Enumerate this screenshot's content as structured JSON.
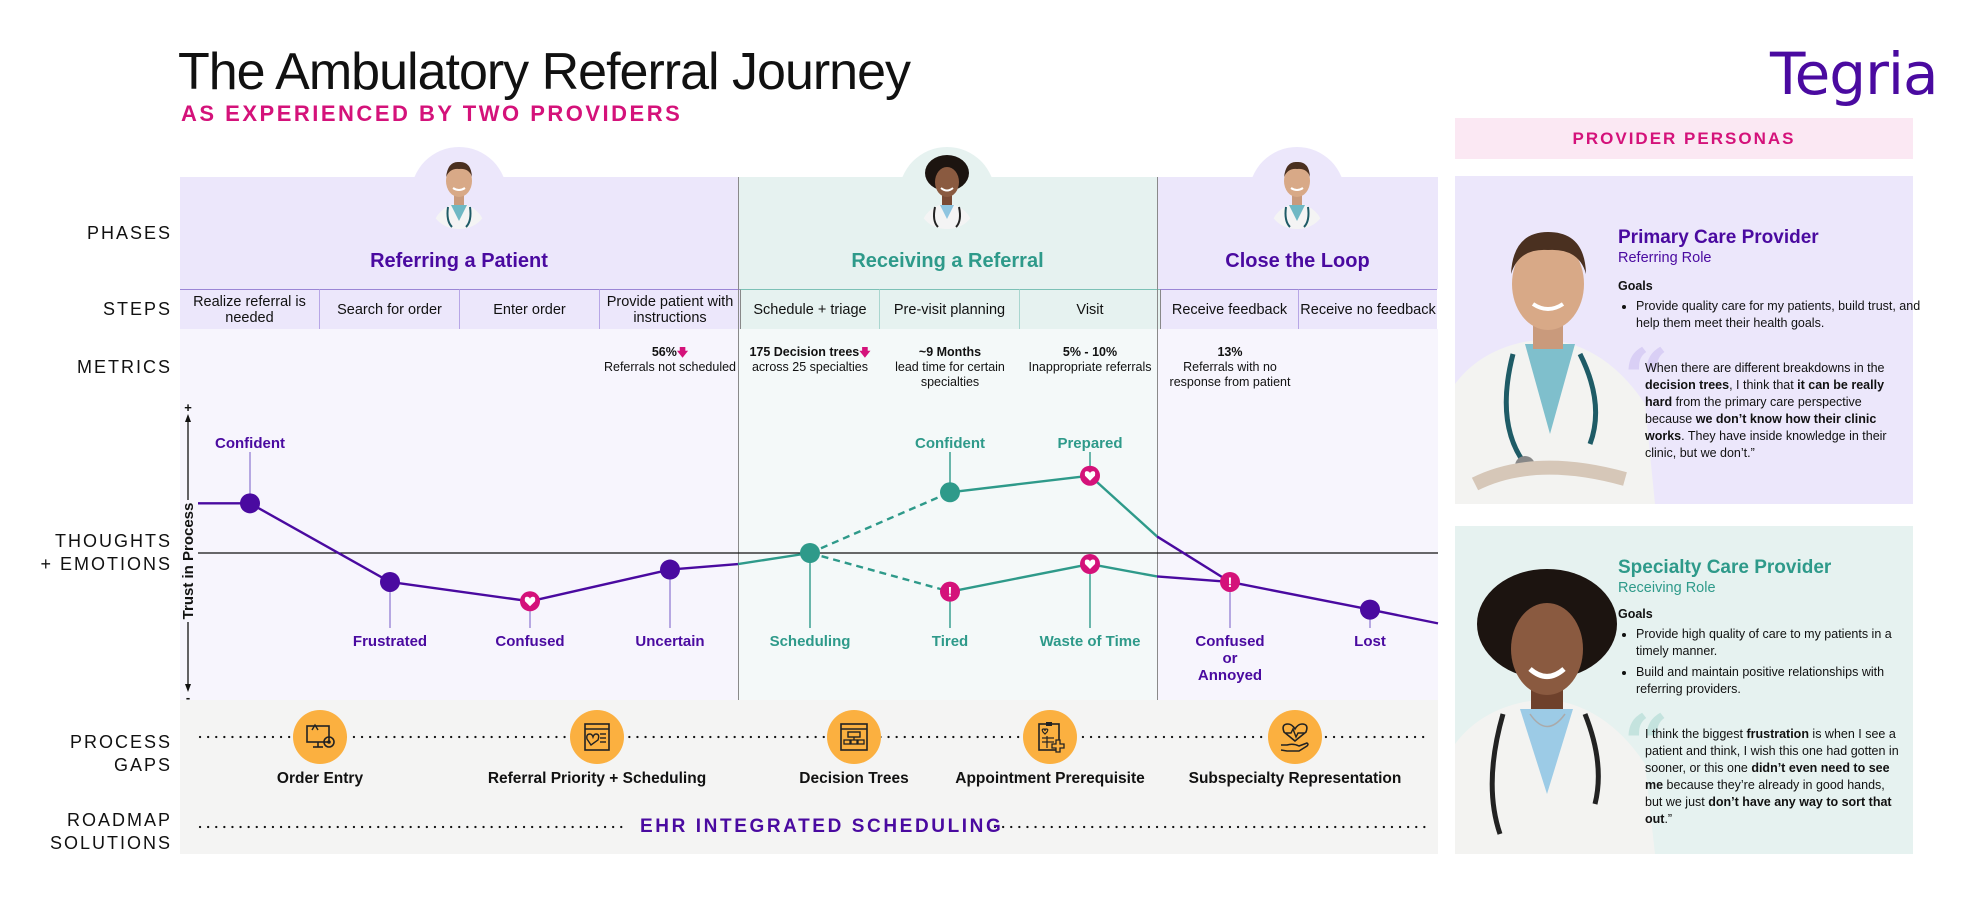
{
  "header": {
    "title": "The Ambulatory Referral Journey",
    "subtitle": "AS EXPERIENCED BY TWO PROVIDERS",
    "logo": "Tegria"
  },
  "colors": {
    "purple": "#4a0aa0",
    "teal": "#2e9a8a",
    "magenta": "#d4127a",
    "lavender_bg": "#ece7fb",
    "mint_bg": "#e6f2f0",
    "gap_orange": "#fbb040"
  },
  "row_labels": {
    "phases": "PHASES",
    "steps": "STEPS",
    "metrics": "METRICS",
    "thoughts_1": "THOUGHTS",
    "thoughts_2": "+ EMOTIONS",
    "gaps_1": "PROCESS",
    "gaps_2": "GAPS",
    "roadmap_1": "ROADMAP",
    "roadmap_2": "SOLUTIONS"
  },
  "phases": [
    {
      "title": "Referring a Patient",
      "provider": "primary",
      "avatar": "male-doctor-avatar"
    },
    {
      "title": "Receiving a Referral",
      "provider": "specialty",
      "avatar": "female-doctor-avatar"
    },
    {
      "title": "Close the Loop",
      "provider": "primary",
      "avatar": "male-doctor-avatar"
    }
  ],
  "steps": [
    {
      "label": "Realize referral is needed",
      "phase": 0
    },
    {
      "label": "Search for order",
      "phase": 0
    },
    {
      "label": "Enter order",
      "phase": 0
    },
    {
      "label": "Provide patient with instructions",
      "phase": 0
    },
    {
      "label": "Schedule + triage",
      "phase": 1
    },
    {
      "label": "Pre-visit planning",
      "phase": 1
    },
    {
      "label": "Visit",
      "phase": 1
    },
    {
      "label": "Receive feedback",
      "phase": 2
    },
    {
      "label": "Receive no feedback",
      "phase": 2
    }
  ],
  "metrics": [
    {
      "step": 3,
      "headline": "56%",
      "down_arrow": true,
      "detail": "Referrals not scheduled"
    },
    {
      "step": 4,
      "headline": "175 Decision trees",
      "down_arrow": true,
      "detail": "across 25 specialties"
    },
    {
      "step": 5,
      "headline": "~9 Months",
      "down_arrow": false,
      "detail": "lead time for certain specialties"
    },
    {
      "step": 6,
      "headline": "5% - 10%",
      "down_arrow": false,
      "detail": "Inappropriate referrals"
    },
    {
      "step": 7,
      "headline": "13%",
      "down_arrow": false,
      "detail": "Referrals with no response from patient"
    }
  ],
  "chart_data": {
    "type": "line",
    "title": "Thoughts + Emotions",
    "ylabel": "Trust in Process",
    "y_axis_top": "+",
    "y_axis_bottom": "-",
    "ylim": [
      -1,
      1
    ],
    "x": [
      "Realize referral is needed",
      "Search for order",
      "Enter order",
      "Provide patient with instructions",
      "Schedule + triage",
      "Pre-visit planning",
      "Visit",
      "Receive feedback",
      "Receive no feedback"
    ],
    "series": [
      {
        "name": "Primary Care Provider (referring)",
        "color": "#4a0aa0",
        "start_value": 0.36,
        "points": [
          {
            "step": 0,
            "value": 0.36,
            "label": "Confident",
            "marker": "dot",
            "label_pos": "above"
          },
          {
            "step": 1,
            "value": -0.21,
            "label": "Frustrated",
            "marker": "dot",
            "label_pos": "below"
          },
          {
            "step": 2,
            "value": -0.35,
            "label": "Confused",
            "marker": "heart",
            "label_pos": "below"
          },
          {
            "step": 3,
            "value": -0.12,
            "label": "Uncertain",
            "marker": "dot",
            "label_pos": "below"
          }
        ]
      },
      {
        "name": "Specialty Care Provider (receiving)",
        "color": "#2e9a8a",
        "points": [
          {
            "step": 4,
            "value": 0.0,
            "label": "Scheduling",
            "marker": "dot",
            "label_pos": "below"
          }
        ]
      },
      {
        "name": "Specialty - positive path",
        "color": "#2e9a8a",
        "dashed_from_branch": true,
        "points": [
          {
            "step": 5,
            "value": 0.44,
            "label": "Confident",
            "marker": "dot",
            "label_pos": "above"
          },
          {
            "step": 6,
            "value": 0.56,
            "label": "Prepared",
            "marker": "heart",
            "label_pos": "above"
          }
        ]
      },
      {
        "name": "Specialty - negative path",
        "color": "#2e9a8a",
        "dashed_from_branch": true,
        "points": [
          {
            "step": 5,
            "value": -0.28,
            "label": "Tired",
            "marker": "alert",
            "label_pos": "below"
          },
          {
            "step": 6,
            "value": -0.08,
            "label": "Waste of Time",
            "marker": "heart",
            "label_pos": "below"
          }
        ]
      },
      {
        "name": "Close the loop (primary)",
        "color": "#4a0aa0",
        "end_value": -0.51,
        "points": [
          {
            "step": 7,
            "value": -0.21,
            "label": "Confused or Annoyed",
            "marker": "alert",
            "label_pos": "below"
          },
          {
            "step": 8,
            "value": -0.41,
            "label": "Lost",
            "marker": "dot",
            "label_pos": "below"
          }
        ]
      }
    ]
  },
  "process_gaps": [
    {
      "label": "Order Entry",
      "icon": "computer-gear-icon"
    },
    {
      "label": "Referral Priority + Scheduling",
      "icon": "browser-heart-icon"
    },
    {
      "label": "Decision Trees",
      "icon": "flowchart-icon"
    },
    {
      "label": "Appointment Prerequisite",
      "icon": "clipboard-medical-icon"
    },
    {
      "label": "Subspecialty Representation",
      "icon": "heart-hand-icon"
    }
  ],
  "roadmap": {
    "label": "EHR INTEGRATED SCHEDULING"
  },
  "personas": {
    "header": "PROVIDER PERSONAS",
    "cards": [
      {
        "name": "Primary Care Provider",
        "role": "Referring Role",
        "goals_heading": "Goals",
        "goals": [
          "Provide quality care for my patients, build trust, and help them meet their health goals."
        ],
        "quote_segments": [
          {
            "t": "When there are different breakdowns in the ",
            "b": false
          },
          {
            "t": "decision trees",
            "b": true
          },
          {
            "t": ", I think that ",
            "b": false
          },
          {
            "t": "it can be really hard",
            "b": true
          },
          {
            "t": " from the primary care perspective because ",
            "b": false
          },
          {
            "t": "we don’t know how their clinic works",
            "b": true
          },
          {
            "t": ". They have inside knowledge in their clinic, but we don’t.”",
            "b": false
          }
        ]
      },
      {
        "name": "Specialty Care Provider",
        "role": "Receiving Role",
        "goals_heading": "Goals",
        "goals": [
          "Provide high quality of care to my patients in a timely manner.",
          "Build and maintain positive relationships with referring providers."
        ],
        "quote_segments": [
          {
            "t": "I think the biggest ",
            "b": false
          },
          {
            "t": "frustration",
            "b": true
          },
          {
            "t": " is when I see a patient and think, I wish this one had gotten in sooner, or this one ",
            "b": false
          },
          {
            "t": "didn’t even need to see me",
            "b": true
          },
          {
            "t": " because they’re already in good hands, but we just ",
            "b": false
          },
          {
            "t": "don’t have any way to sort that out",
            "b": true
          },
          {
            "t": ".”",
            "b": false
          }
        ]
      }
    ]
  }
}
